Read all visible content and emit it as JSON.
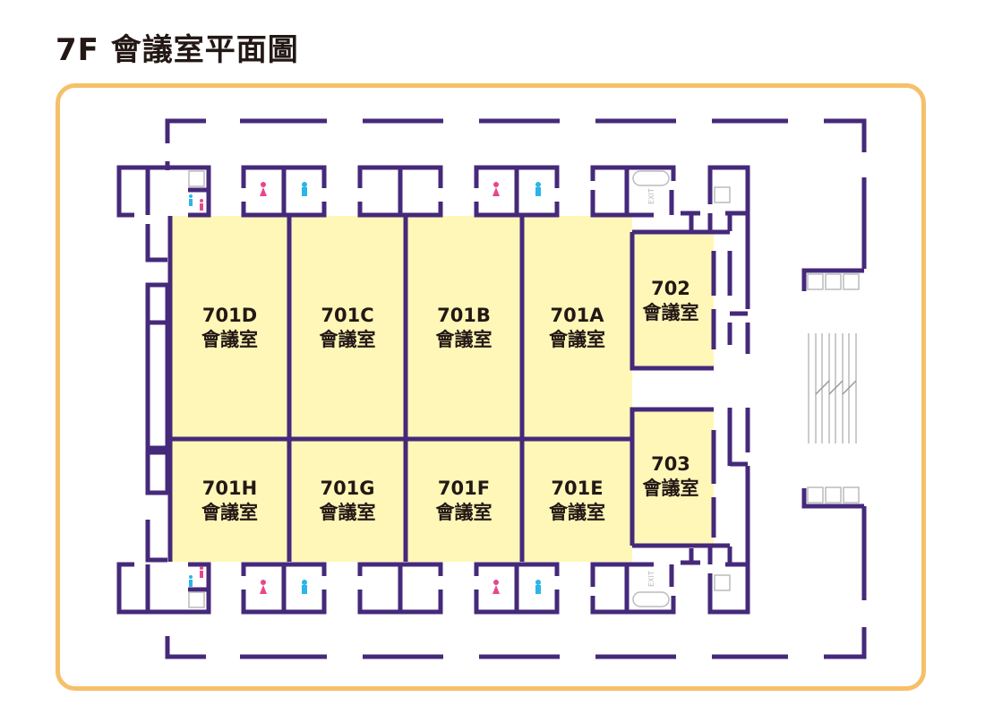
{
  "title": "7F 會議室平面圖",
  "colors": {
    "wall": "#45297A",
    "room": "#FFF7B8",
    "frame": "#F6C06A",
    "female": "#E8468C",
    "male": "#2BB5E8"
  },
  "rooms": [
    {
      "id": "701D",
      "label": "會議室"
    },
    {
      "id": "701C",
      "label": "會議室"
    },
    {
      "id": "701B",
      "label": "會議室"
    },
    {
      "id": "701A",
      "label": "會議室"
    },
    {
      "id": "701H",
      "label": "會議室"
    },
    {
      "id": "701G",
      "label": "會議室"
    },
    {
      "id": "701F",
      "label": "會議室"
    },
    {
      "id": "701E",
      "label": "會議室"
    },
    {
      "id": "702",
      "label": "會議室"
    },
    {
      "id": "703",
      "label": "會議室"
    }
  ],
  "exit_label": "EXIT"
}
